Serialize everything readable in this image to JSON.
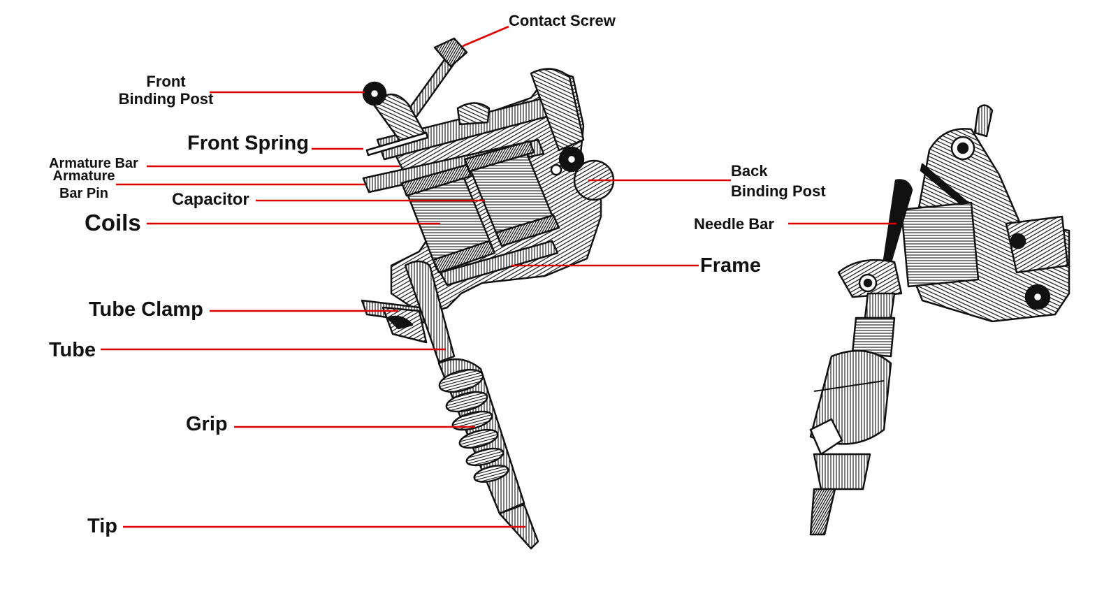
{
  "labels": {
    "contact_screw": "Contact Screw",
    "front_binding_post_l1": "Front",
    "front_binding_post_l2": "Binding Post",
    "front_spring": "Front Spring",
    "armature_bar": "Armature Bar",
    "armature_bar_pin_l1": "Armature",
    "armature_bar_pin_l2": "Bar Pin",
    "capacitor": "Capacitor",
    "coils": "Coils",
    "tube_clamp": "Tube Clamp",
    "tube": "Tube",
    "grip": "Grip",
    "tip": "Tip",
    "back_binding_post_l1": "Back",
    "back_binding_post_l2": "Binding Post",
    "needle_bar": "Needle Bar",
    "frame": "Frame"
  },
  "colors": {
    "leader_line": "#dd0000",
    "ink": "#111111",
    "background": "#ffffff"
  }
}
